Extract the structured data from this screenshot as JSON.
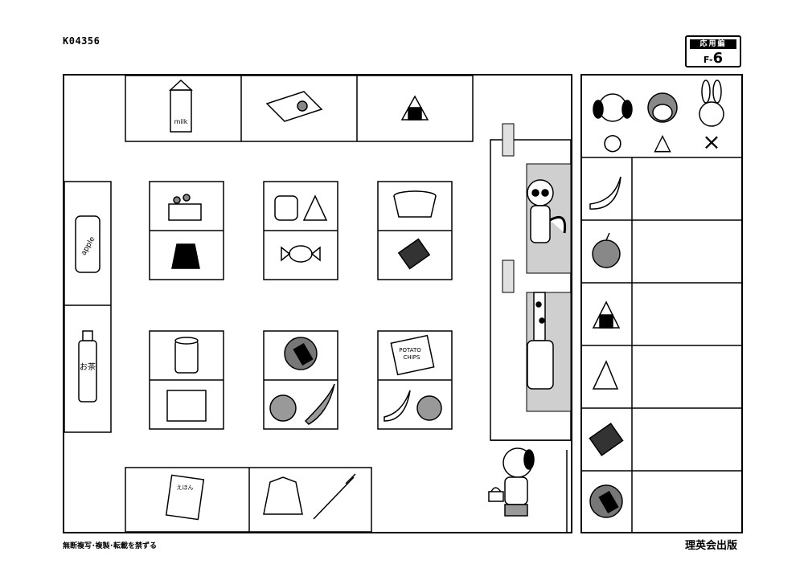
{
  "header": {
    "code": "K04356",
    "badge_label": "応用編",
    "badge_prefix": "F-",
    "badge_number": "6"
  },
  "legend": {
    "animals": [
      {
        "name": "dog-icon",
        "symbol": "○"
      },
      {
        "name": "monkey-icon",
        "symbol": "△"
      },
      {
        "name": "rabbit-icon",
        "symbol": "×"
      }
    ]
  },
  "panel_rows": [
    "banana-icon",
    "apple-icon",
    "onigiri-icon",
    "sandwich-icon",
    "chocolate-icon",
    "rice-cracker-icon"
  ],
  "product_labels": {
    "milk": "milk",
    "apple_can": "apple",
    "potato_chips": "POTATO\nCHIPS",
    "tea": "お茶",
    "book": "えほん"
  },
  "footer": {
    "notice": "無断複写･複製･転載を禁ずる",
    "publisher": "理英会出版"
  }
}
